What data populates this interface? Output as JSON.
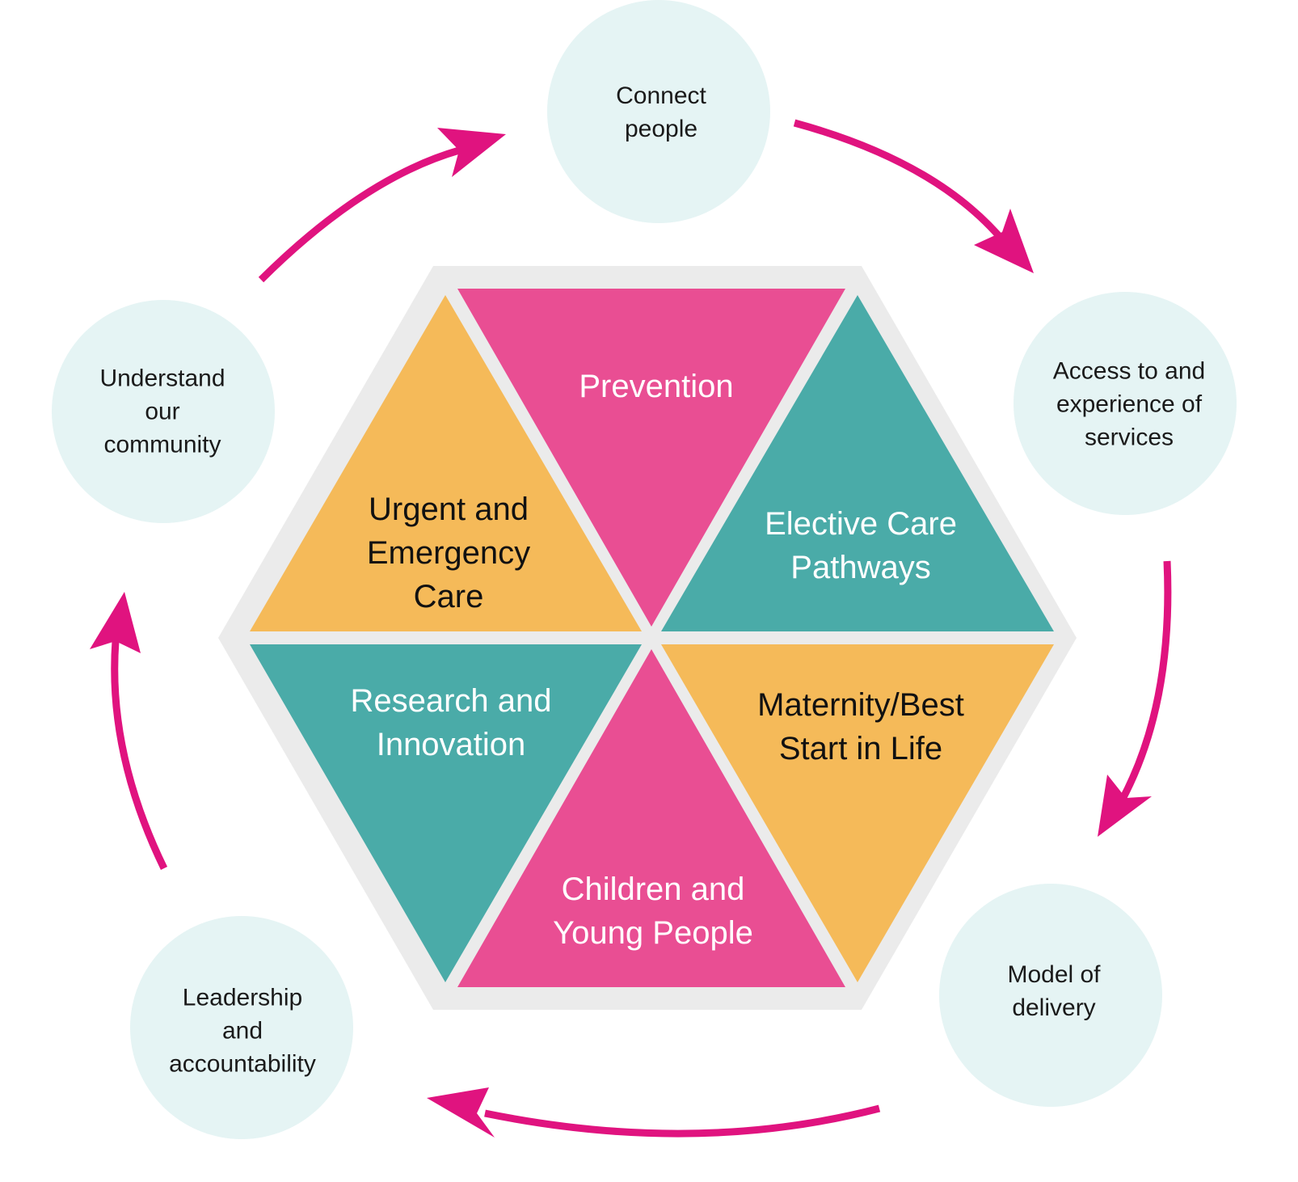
{
  "colors": {
    "pink": "#E94E93",
    "teal": "#4AABA8",
    "orange": "#F5BA59",
    "hex_border": "#EBEBEB",
    "circle_fill": "#E5F4F4",
    "arrow": "#E0137F"
  },
  "segments": [
    {
      "label": "Prevention",
      "color": "pink"
    },
    {
      "label": "Elective Care\nPathways",
      "color": "teal"
    },
    {
      "label": "Maternity/Best\nStart in Life",
      "color": "orange"
    },
    {
      "label": "Children and\nYoung People",
      "color": "pink"
    },
    {
      "label": "Research and\nInnovation",
      "color": "teal"
    },
    {
      "label": "Urgent and\nEmergency\nCare",
      "color": "orange"
    }
  ],
  "cycle": [
    {
      "label": "Connect\npeople"
    },
    {
      "label": "Access to and\nexperience of\nservices"
    },
    {
      "label": "Model of\ndelivery"
    },
    {
      "label": "Leadership\nand\naccountability"
    },
    {
      "label": "Understand\nour\ncommunity"
    }
  ]
}
